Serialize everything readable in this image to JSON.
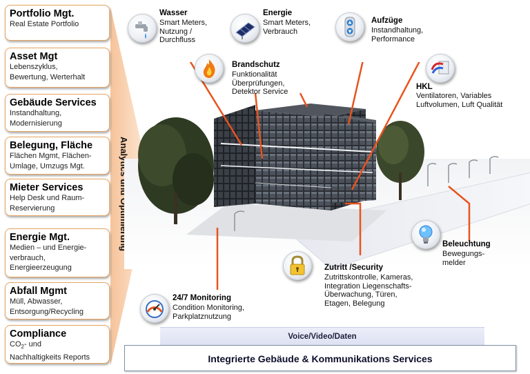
{
  "left_column": [
    {
      "title": "Portfolio Mgt.",
      "desc": "Real Estate Portfolio"
    },
    {
      "title": "Asset Mgt",
      "desc": "Lebenszyklus,\nBewertung, Werterhalt"
    },
    {
      "title": "Gebäude Services",
      "desc": "Instandhaltung,\nModernisierung"
    },
    {
      "title": "Belegung, Fläche",
      "desc": "Flächen Mgmt, Flächen-\nUmlage, Umzugs Mgt."
    },
    {
      "title": "Mieter Services",
      "desc": "Help Desk und Raum-\nReservierung"
    },
    {
      "title": "Energie Mgt.",
      "desc": "Medien – und Energie-\nverbrauch,\nEnergieerzeugung"
    },
    {
      "title": "Abfall Mgmt",
      "desc": "Müll, Abwasser,\nEntsorgung/Recycling"
    },
    {
      "title": "Compliance",
      "desc_pre": "CO",
      "desc_sub": "2",
      "desc_post": "- und",
      "desc2": "Nachhaltigkeits Reports"
    }
  ],
  "analytics_label": "Analytics und Optimierung",
  "features": {
    "wasser": {
      "title": "Wasser",
      "desc": "Smart Meters,\nNutzung /\nDurchfluss",
      "icon": "water-tap-icon"
    },
    "energie": {
      "title": "Energie",
      "desc": "Smart Meters,\nVerbrauch",
      "icon": "solar-panel-icon"
    },
    "aufzuege": {
      "title": "Aufzüge",
      "desc": "Instandhaltung,\nPerformance",
      "icon": "elevator-icon"
    },
    "brandschutz": {
      "title": "Brandschutz",
      "desc": "Funktionalität\nÜberprüfungen,\nDetektor Service",
      "icon": "flame-icon"
    },
    "hkl": {
      "title": "HKL",
      "desc": "Ventilatoren, Variables\nLuftvolumen, Luft Qualität",
      "icon": "hvac-icon"
    },
    "beleuchtung": {
      "title": "Beleuchtung",
      "desc": "Bewegungs-\nmelder",
      "icon": "light-bulb-icon"
    },
    "zutritt": {
      "title": "Zutritt /Security",
      "desc": "Zutrittskontrolle, Kameras,\nIntegration Liegenschafts-\nÜberwachung, Türen,\nEtagen, Belegung",
      "icon": "padlock-icon"
    },
    "monitoring": {
      "title": "24/7 Monitoring",
      "desc": "Condition  Monitoring,\nParkplatznutzung",
      "icon": "gauge-icon"
    }
  },
  "voice_bar": "Voice/Video/Daten",
  "services_bar": "Integrierte Gebäude & Kommunikations Services",
  "colors": {
    "connector": "#e8531e",
    "box_border": "#e8a561",
    "wedge": "#f6c9a0"
  }
}
